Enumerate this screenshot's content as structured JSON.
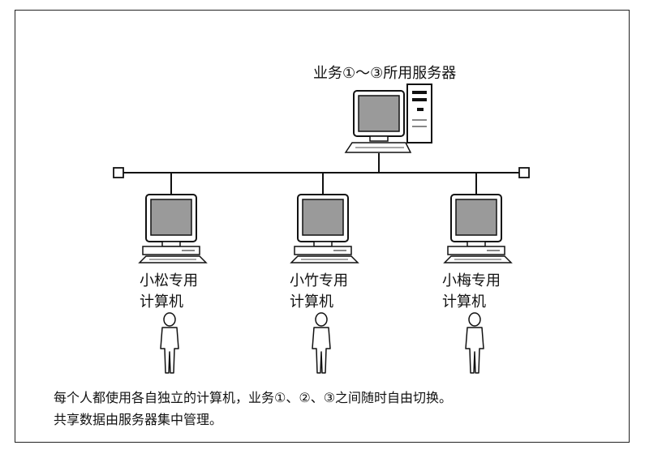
{
  "server": {
    "label": "业务①～③所用服务器"
  },
  "workstations": [
    {
      "label": "小松专用\n计算机"
    },
    {
      "label": "小竹专用\n计算机"
    },
    {
      "label": "小梅专用\n计算机"
    }
  ],
  "description": {
    "line1": "每个人都使用各自独立的计算机，业务①、②、③之间随时自由切换。",
    "line2": "共享数据由服务器集中管理。"
  },
  "colors": {
    "line": "#111111",
    "screen": "#9a9a9a",
    "body": "#ffffff"
  },
  "icons": [
    "server-computer-icon",
    "desktop-computer-icon",
    "person-icon",
    "network-terminator-icon"
  ]
}
